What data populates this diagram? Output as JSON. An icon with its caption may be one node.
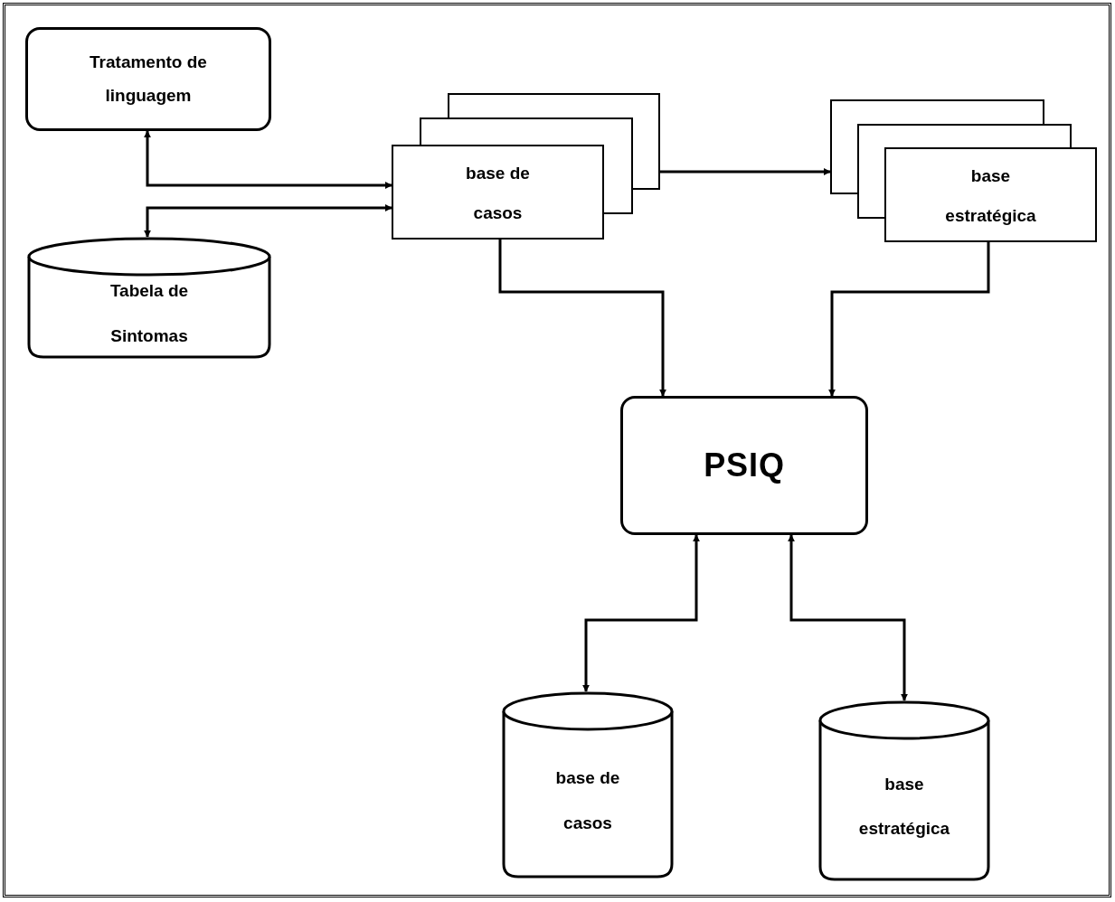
{
  "diagram": {
    "nodes": [
      {
        "text": [
          "Tratamento de linguagem"
        ]
      },
      {
        "text": [
          "Tabela de Sintomas"
        ]
      },
      {
        "text": [
          "base de casos"
        ]
      },
      {
        "text": [
          "base estratégica"
        ]
      },
      {
        "text": [
          "PSIQ"
        ]
      },
      {
        "text": [
          "base de casos"
        ]
      },
      {
        "text": [
          "base estratégica"
        ]
      }
    ],
    "edges": [
      {
        "from": 0,
        "to": 2,
        "arrow": "both"
      },
      {
        "from": 1,
        "to": 2,
        "arrow": "both"
      },
      {
        "from": 2,
        "to": 3,
        "arrow": "to"
      },
      {
        "from": 2,
        "to": 4,
        "arrow": "to"
      },
      {
        "from": 3,
        "to": 4,
        "arrow": "to"
      },
      {
        "from": 4,
        "to": 5,
        "arrow": "both"
      },
      {
        "from": 4,
        "to": 6,
        "arrow": "both"
      }
    ]
  }
}
